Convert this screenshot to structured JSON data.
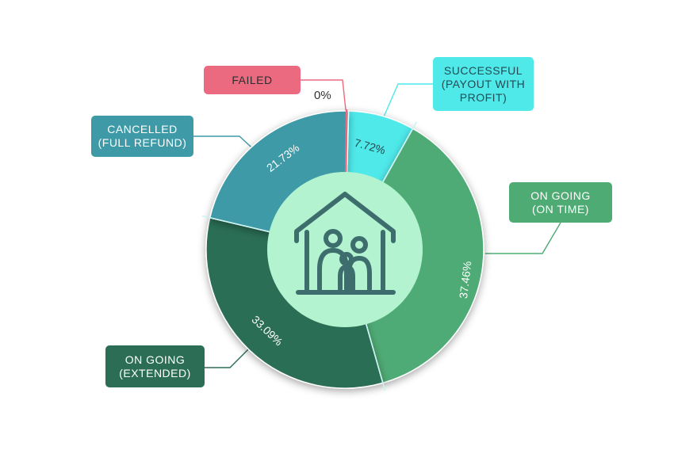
{
  "chart_data": {
    "type": "pie",
    "donut": true,
    "categories": [
      "SUCCESSFUL\n(PAYOUT WITH\nPROFIT)",
      "ON GOING\n(ON TIME)",
      "ON GOING\n(EXTENDED)",
      "CANCELLED\n(FULL REFUND)",
      "FAILED"
    ],
    "values": [
      7.72,
      37.46,
      33.09,
      21.73,
      0
    ],
    "value_labels": [
      "7.72%",
      "37.46%",
      "33.09%",
      "21.73%",
      "0%"
    ],
    "colors": [
      "#4fe9ea",
      "#4fab74",
      "#2c6e55",
      "#3e9aa6",
      "#ec6a80"
    ],
    "center_icon": "house-family-icon",
    "center_color": "#b3f3cf",
    "icon_color": "#3d6e6d"
  }
}
